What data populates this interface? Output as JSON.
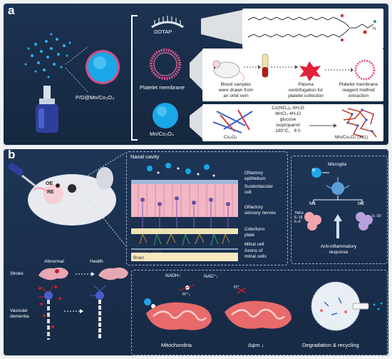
{
  "panel_a": {
    "letter": "a",
    "nanoparticle_label": "P/D@Mn/Co₃O₄",
    "dotap_label": "DOTAP",
    "platelet_label": "Platelet membrane",
    "mnco_label": "Mn/Co₃O₄",
    "blood_text": "Blood samples\nwere drawn from\nan orbit vein",
    "plasma_text": "Plasma\ncentrifugation for\nplatelet collection",
    "platelet_method_text": "Platelet membrane\nreagent method\nextraction",
    "co3o4_label": "Co₃O₄",
    "reagents": [
      "Co(NO₃)₂·6H₂O",
      "MnCl₂·4H₂O",
      "glucose",
      "isopropanol",
      "180°C、 6 h"
    ],
    "product_label": "Mn/Co₃O₄ (311)"
  },
  "panel_b": {
    "letter": "b",
    "oe_label": "OE",
    "re_label": "RE",
    "nasal_cavity": "Nasal cavity",
    "olfactory_epithelium": "Olfactory\nepithelium",
    "sustentacular": "Sustentacular\ncell",
    "olfactory_sensory": "Olfactory\nsensory nerves",
    "cribriform": "Cribriform\nplate",
    "mitral": "Mitral cell",
    "axons": "Axons of\nmitral cells",
    "olfactory_bulb": "Olfactory bulb",
    "brain": "Brain",
    "microglia": "Microglia",
    "m1": "M1",
    "m2": "M2",
    "cytokines_m1": "TNFα\nIL-1β\nIL-6",
    "cytokines_m2": "IL-10",
    "anti_inflammatory": "Anti-inflammatory\nresponse",
    "abnormal": "Abnormal",
    "health": "Health",
    "stroke": "Stroke",
    "vascular_dementia": "Vascular\ndementia",
    "nadh": "NADH↑",
    "nad": "NAD⁺↓",
    "h_plus_1": "H⁺↓",
    "h_plus_2": "H⁺",
    "mitochondria": "Mitochondria",
    "delta_psi": "Δψm ↓",
    "degradation": "Degradation & recycling"
  },
  "colors": {
    "panel_bg": "#1b2f4d",
    "nanoparticle_blue": "#1aa7e8",
    "membrane_pink": "#e8538f",
    "mito_red": "#e86a6a",
    "tissue_pink": "#f2b7c4"
  }
}
